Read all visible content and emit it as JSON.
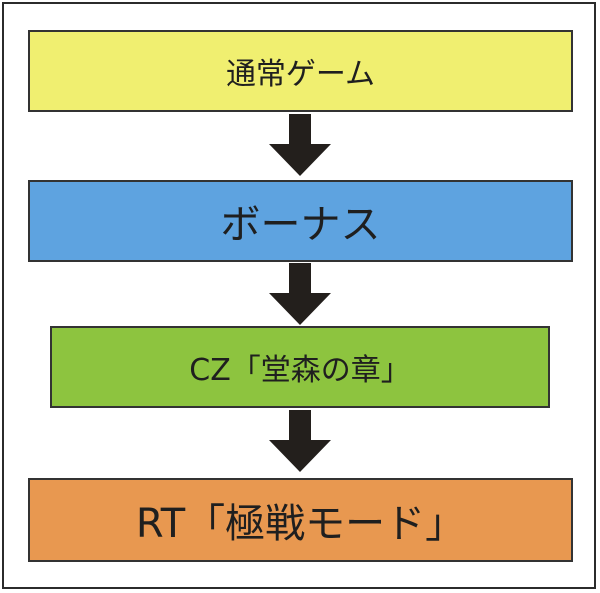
{
  "colors": {
    "stage_1": "#f0ef70",
    "stage_2": "#5ea3e0",
    "stage_3": "#8dc43f",
    "stage_4": "#e89850",
    "arrow": "#231f1c",
    "border": "#333333"
  },
  "stages": [
    {
      "label": "通常ゲーム"
    },
    {
      "label": "ボーナス"
    },
    {
      "label": "CZ「堂森の章」"
    },
    {
      "label": "RT「極戦モード」"
    }
  ],
  "connectors": [
    {
      "icon": "arrow-down-icon"
    },
    {
      "icon": "arrow-down-icon"
    },
    {
      "icon": "arrow-down-icon"
    }
  ]
}
